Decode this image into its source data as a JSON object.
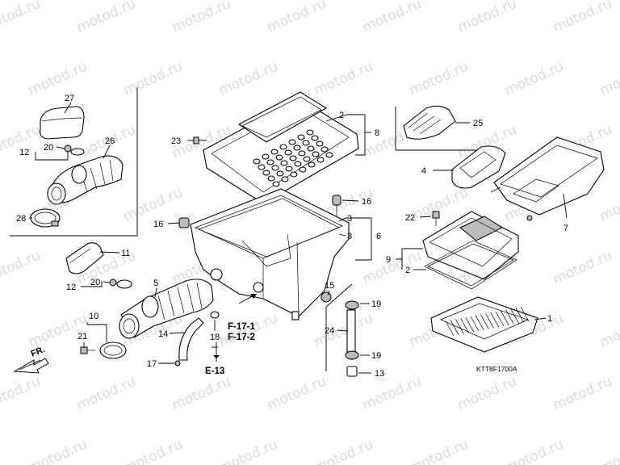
{
  "watermark": "motod.ru",
  "diagram_code": "KTT8F1700A",
  "direction_arrow": {
    "label": "FR.",
    "icon": "front-direction-arrow-icon"
  },
  "callouts": [
    "1",
    "2",
    "2",
    "3",
    "3",
    "4",
    "5",
    "6",
    "7",
    "8",
    "9",
    "10",
    "11",
    "12",
    "12",
    "13",
    "14",
    "15",
    "16",
    "16",
    "17",
    "18",
    "19",
    "19",
    "20",
    "20",
    "21",
    "22",
    "23",
    "24",
    "25",
    "26",
    "27",
    "28"
  ],
  "references": [
    "F-17-1",
    "F-17-2",
    "E-13"
  ]
}
